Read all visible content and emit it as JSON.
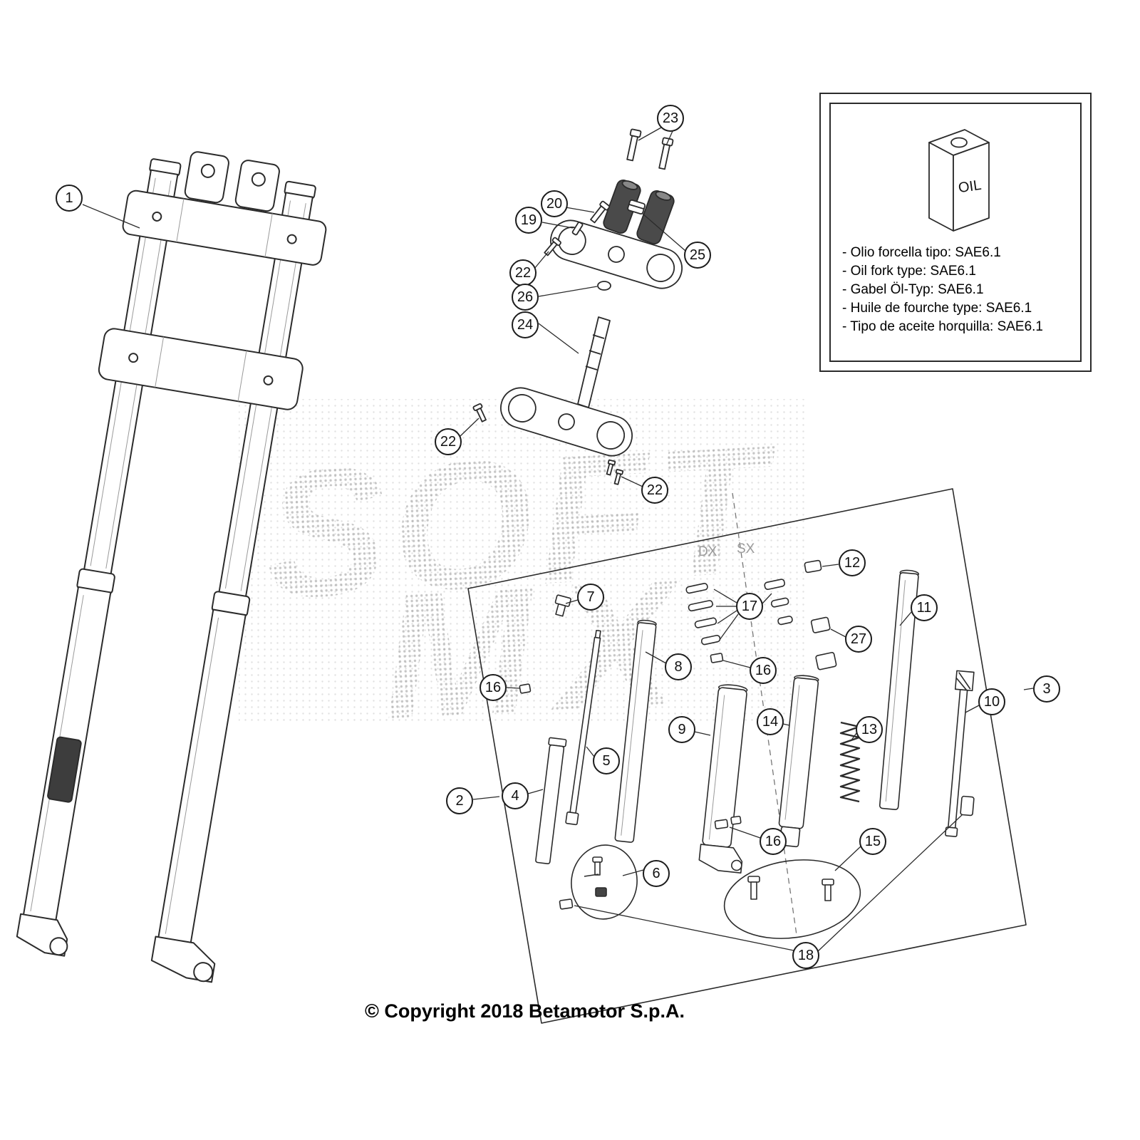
{
  "page": {
    "copyright": "© Copyright 2018 Betamotor S.p.A."
  },
  "watermark": {
    "line1": "SOFT",
    "line2": "MX"
  },
  "info_box": {
    "oil_label": "OIL",
    "lines": [
      "- Olio forcella tipo: SAE6.1",
      "- Oil fork type: SAE6.1",
      "- Gabel Öl-Typ: SAE6.1",
      "- Huile de fourche type: SAE6.1",
      "- Tipo de aceite horquilla: SAE6.1"
    ]
  },
  "diagram": {
    "dx_label": "DX",
    "sx_label": "SX",
    "colors": {
      "line": "#2b2b2b",
      "halftone_dot": "#c9c9c9",
      "watermark_dot": "#8f8f8f"
    },
    "callouts": [
      "1",
      "23",
      "20",
      "19",
      "25",
      "22",
      "26",
      "24",
      "22",
      "22",
      "12",
      "7",
      "17",
      "11",
      "27",
      "8",
      "16",
      "16",
      "3",
      "10",
      "14",
      "9",
      "13",
      "5",
      "4",
      "2",
      "16",
      "15",
      "6",
      "18"
    ]
  }
}
